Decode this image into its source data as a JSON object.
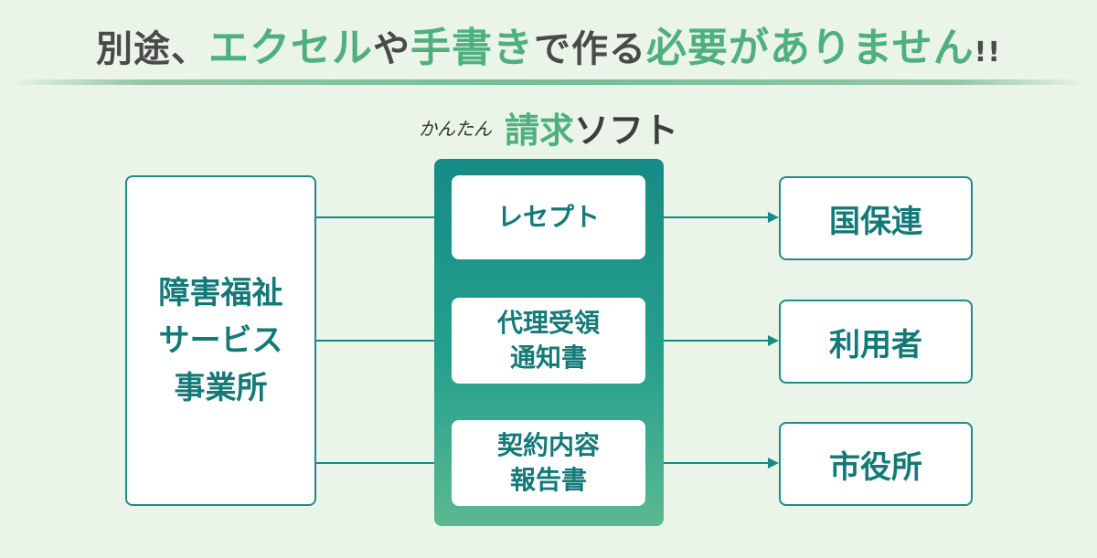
{
  "headline": {
    "part1": "別途、",
    "part2": "エクセル",
    "part3": "や",
    "part4": "手書き",
    "part5": "で作る",
    "part6": "必要がありません",
    "part7": "!!"
  },
  "logo": {
    "prefix": "かんたん",
    "kanji": "請求",
    "kana": "ソフト"
  },
  "provider": {
    "line1": "障害福祉",
    "line2": "サービス",
    "line3": "事業所"
  },
  "documents": [
    {
      "line1": "レセプト",
      "line2": ""
    },
    {
      "line1": "代理受領",
      "line2": "通知書"
    },
    {
      "line1": "契約内容",
      "line2": "報告書"
    }
  ],
  "destinations": [
    "国保連",
    "利用者",
    "市役所"
  ],
  "colors": {
    "background": "#eaf4e8",
    "accent_green": "#4fb07e",
    "teal": "#137a78",
    "panel_top": "#168b85",
    "panel_bottom": "#5ab991"
  }
}
